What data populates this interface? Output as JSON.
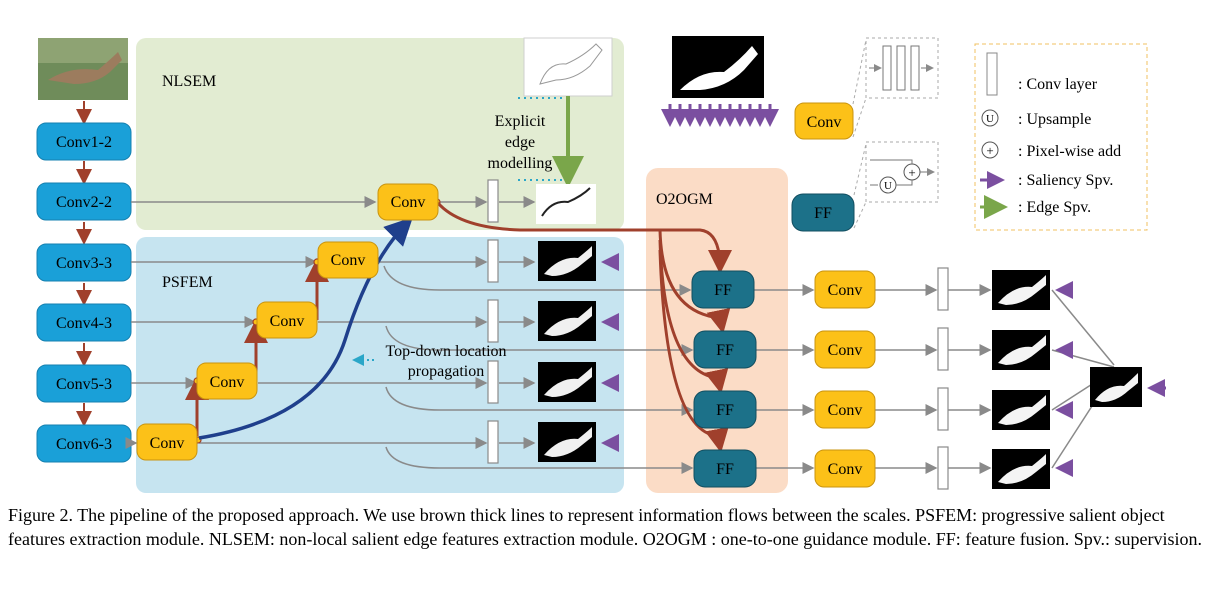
{
  "backbone": [
    "Conv1-2",
    "Conv2-2",
    "Conv3-3",
    "Conv4-3",
    "Conv5-3",
    "Conv6-3"
  ],
  "regions": {
    "nlsem": "NLSEM",
    "psfem": "PSFEM",
    "o2ogm": "O2OGM"
  },
  "conv_label": "Conv",
  "ff_label": "FF",
  "edge_note": [
    "Explicit",
    "edge",
    "modelling"
  ],
  "topdown_note": [
    "Top-down location",
    "propagation"
  ],
  "legend": {
    "conv_layer": ": Conv layer",
    "upsample": ": Upsample",
    "upsample_symbol": "U",
    "add": ": Pixel-wise add",
    "add_symbol": "+",
    "saliency": ": Saliency Spv.",
    "edge": ": Edge Spv."
  },
  "colors": {
    "backbone": "#1aa0d8",
    "conv": "#fcc118",
    "ff": "#1c7189",
    "brown": "#a0402c",
    "navy": "#1f3f8c",
    "purple": "#7b4fa0",
    "green": "#7aa64a",
    "nlsem_bg": "#e2ecd2",
    "psfem_bg": "#c6e4f0",
    "o2ogm_bg": "#fbdcc6"
  },
  "caption": "Figure 2. The pipeline of the proposed approach. We use brown thick lines to represent information flows between the scales. PSFEM: progressive salient object features extraction module. NLSEM: non-local salient edge features extraction module. O2OGM : one-to-one guidance module. FF: feature fusion. Spv.: supervision."
}
